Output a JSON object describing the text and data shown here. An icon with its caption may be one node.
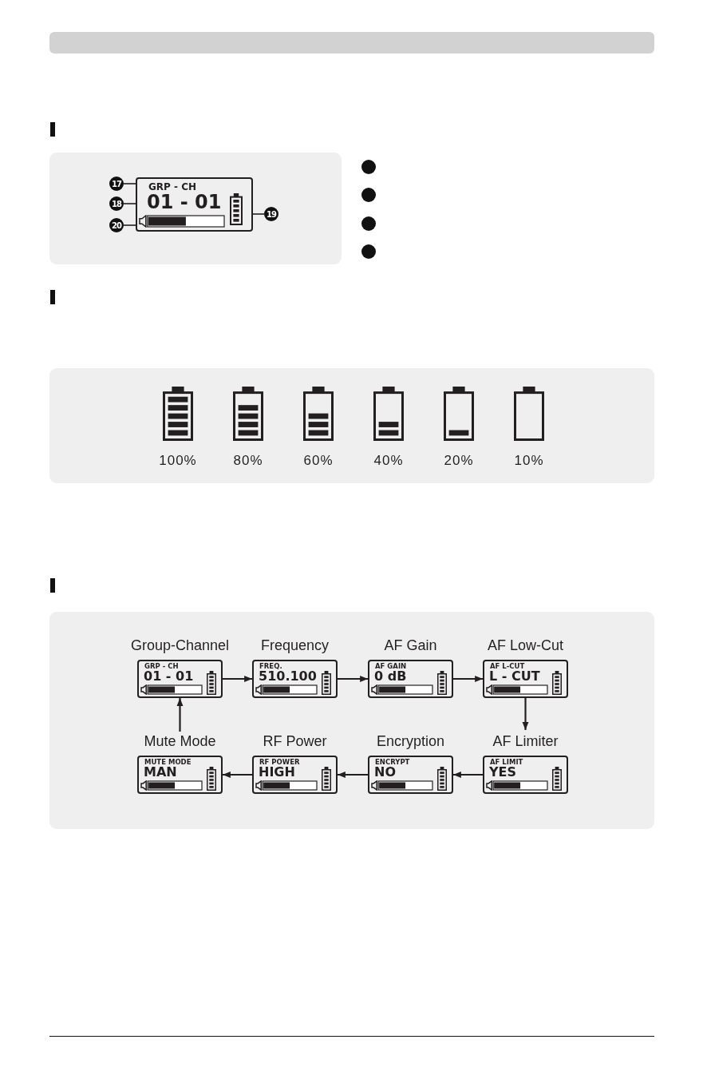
{
  "diagram": {
    "nodes": [
      {
        "text": [],
        "shape": "box"
      },
      {
        "text": [
          "GRP - CH"
        ],
        "in": 0
      },
      {
        "text": [
          "01 - 01"
        ],
        "in": 0
      },
      {
        "text": [],
        "shape": "picture",
        "in": 0
      },
      {
        "text": [],
        "shape": "picture",
        "in": 0
      },
      {
        "text": [
          "17"
        ]
      },
      {
        "text": [
          "18"
        ]
      },
      {
        "text": [
          "19"
        ]
      },
      {
        "text": [
          "20"
        ]
      },
      {
        "text": [
          "Group-Channel",
          "GRP - CH",
          "01 - 01"
        ]
      },
      {
        "text": [
          "Frequency",
          "FREQ.",
          "510.100"
        ]
      },
      {
        "text": [
          "AF Gain",
          "AF GAIN",
          "0 dB"
        ]
      },
      {
        "text": [
          "AF Low-Cut",
          "AF L-CUT",
          "L - CUT"
        ]
      },
      {
        "text": [
          "Mute Mode",
          "MUTE MODE",
          "MAN"
        ]
      },
      {
        "text": [
          "RF Power",
          "RF POWER",
          "HIGH"
        ]
      },
      {
        "text": [
          "Encryption",
          "ENCRYPT",
          "NO"
        ]
      },
      {
        "text": [
          "AF Limiter",
          "AF LIMIT",
          "YES"
        ]
      }
    ],
    "edges": [
      {
        "from": 5,
        "to": 1,
        "arrow": "none"
      },
      {
        "from": 6,
        "to": 2,
        "arrow": "none"
      },
      {
        "from": 7,
        "to": 3,
        "arrow": "none"
      },
      {
        "from": 8,
        "to": 4,
        "arrow": "none"
      },
      {
        "from": 9,
        "to": 10,
        "arrow": "to"
      },
      {
        "from": 10,
        "to": 11,
        "arrow": "to"
      },
      {
        "from": 11,
        "to": 12,
        "arrow": "to"
      },
      {
        "from": 12,
        "to": 16,
        "arrow": "to"
      },
      {
        "from": 16,
        "to": 15,
        "arrow": "to"
      },
      {
        "from": 15,
        "to": 14,
        "arrow": "to"
      },
      {
        "from": 14,
        "to": 13,
        "arrow": "to"
      },
      {
        "from": 13,
        "to": 9,
        "arrow": "to"
      }
    ],
    "labels": [
      "100%",
      "80%",
      "60%",
      "40%",
      "20%",
      "10%"
    ]
  }
}
